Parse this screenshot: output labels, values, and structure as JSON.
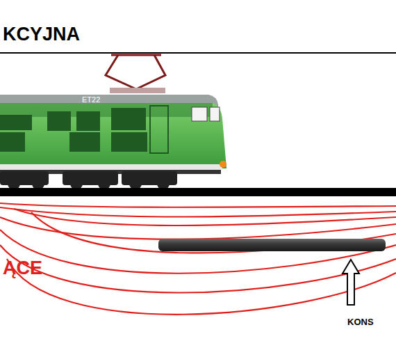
{
  "diagram": {
    "title": "KCYJNA",
    "labels": [
      "ET22",
      "ĄCE",
      "KONS"
    ]
  }
}
